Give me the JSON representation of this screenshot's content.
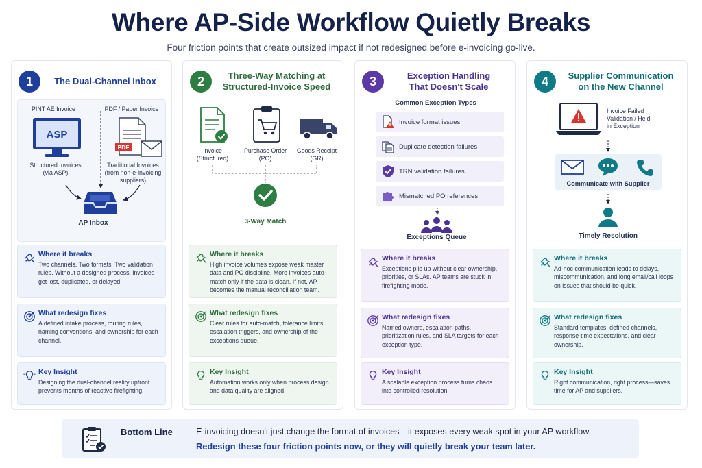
{
  "title": "Where AP-Side Workflow Quietly Breaks",
  "subtitle": "Four friction points that create outsized impact if not redesigned before e-invoicing go-live.",
  "colors": {
    "blue": "#1f3f9b",
    "green": "#2e7d43",
    "purple": "#5b3aa6",
    "teal": "#107a86"
  },
  "columns": [
    {
      "number": "1",
      "title": "The Dual-Channel Inbox",
      "diagram": {
        "left_label": "PINT AE Invoice",
        "right_label": "PDF / Paper Invoice",
        "monitor_text": "ASP",
        "pdf_badge": "PDF",
        "left_caption": "Structured Invoices\n(via ASP)",
        "right_caption": "Traditional Invoices\n(from non-e-invoicing\nsuppliers)",
        "inbox_label": "AP Inbox"
      },
      "where_title": "Where it breaks",
      "where_text": "Two channels. Two formats. Two validation rules. Without a designed process, invoices get lost, duplicated, or delayed.",
      "fix_title": "What redesign fixes",
      "fix_text": "A defined intake process, routing rules, naming conventions, and ownership for each channel.",
      "insight_title": "Key Insight",
      "insight_text": "Designing the dual-channel reality upfront prevents months of reactive firefighting."
    },
    {
      "number": "2",
      "title": "Three-Way Matching at\nStructured-Invoice Speed",
      "diagram": {
        "invoice_caption": "Invoice\n(Structured)",
        "po_caption": "Purchase Order\n(PO)",
        "gr_caption": "Goods Receipt\n(GR)",
        "match_label": "3-Way Match"
      },
      "where_title": "Where it breaks",
      "where_text": "High invoice volumes expose weak master data and PO discipline. More invoices auto-match only if the data is clean. If not, AP becomes the manual reconciliation team.",
      "fix_title": "What redesign fixes",
      "fix_text": "Clear rules for auto-match, tolerance limits, escalation triggers, and ownership of the exceptions queue.",
      "insight_title": "Key Insight",
      "insight_text": "Automation works only when process design and data quality are aligned."
    },
    {
      "number": "3",
      "title": "Exception Handling\nThat Doesn't Scale",
      "diagram": {
        "heading": "Common Exception Types",
        "items": [
          "Invoice format issues",
          "Duplicate detection failures",
          "TRN validation failures",
          "Mismatched PO references"
        ],
        "queue_label": "Exceptions Queue"
      },
      "where_title": "Where it breaks",
      "where_text": "Exceptions pile up without clear ownership, priorities, or SLAs. AP teams are stuck in firefighting mode.",
      "fix_title": "What redesign fixes",
      "fix_text": "Named owners, escalation paths, prioritization rules, and SLA targets for each exception type.",
      "insight_title": "Key Insight",
      "insight_text": "A scalable exception process turns chaos into controlled resolution."
    },
    {
      "number": "4",
      "title": "Supplier Communication\non the New Channel",
      "diagram": {
        "alert_caption": "Invoice Failed\nValidation / Held\nin Exception",
        "comm_label": "Communicate with Supplier",
        "resolution_label": "Timely Resolution"
      },
      "where_title": "Where it breaks",
      "where_text": "Ad-hoc communication leads to delays, miscommunication, and long email/call loops on issues that should be quick.",
      "fix_title": "What redesign fixes",
      "fix_text": "Standard templates, defined channels, response-time expectations, and clear ownership.",
      "insight_title": "Key Insight",
      "insight_text": "Right communication, right process—saves time for AP and suppliers."
    }
  ],
  "bottom": {
    "label": "Bottom Line",
    "line1": "E-invoicing doesn't just change the format of invoices—it exposes every weak spot in your AP workflow.",
    "line2": "Redesign these four friction points now, or they will quietly break your team later."
  }
}
